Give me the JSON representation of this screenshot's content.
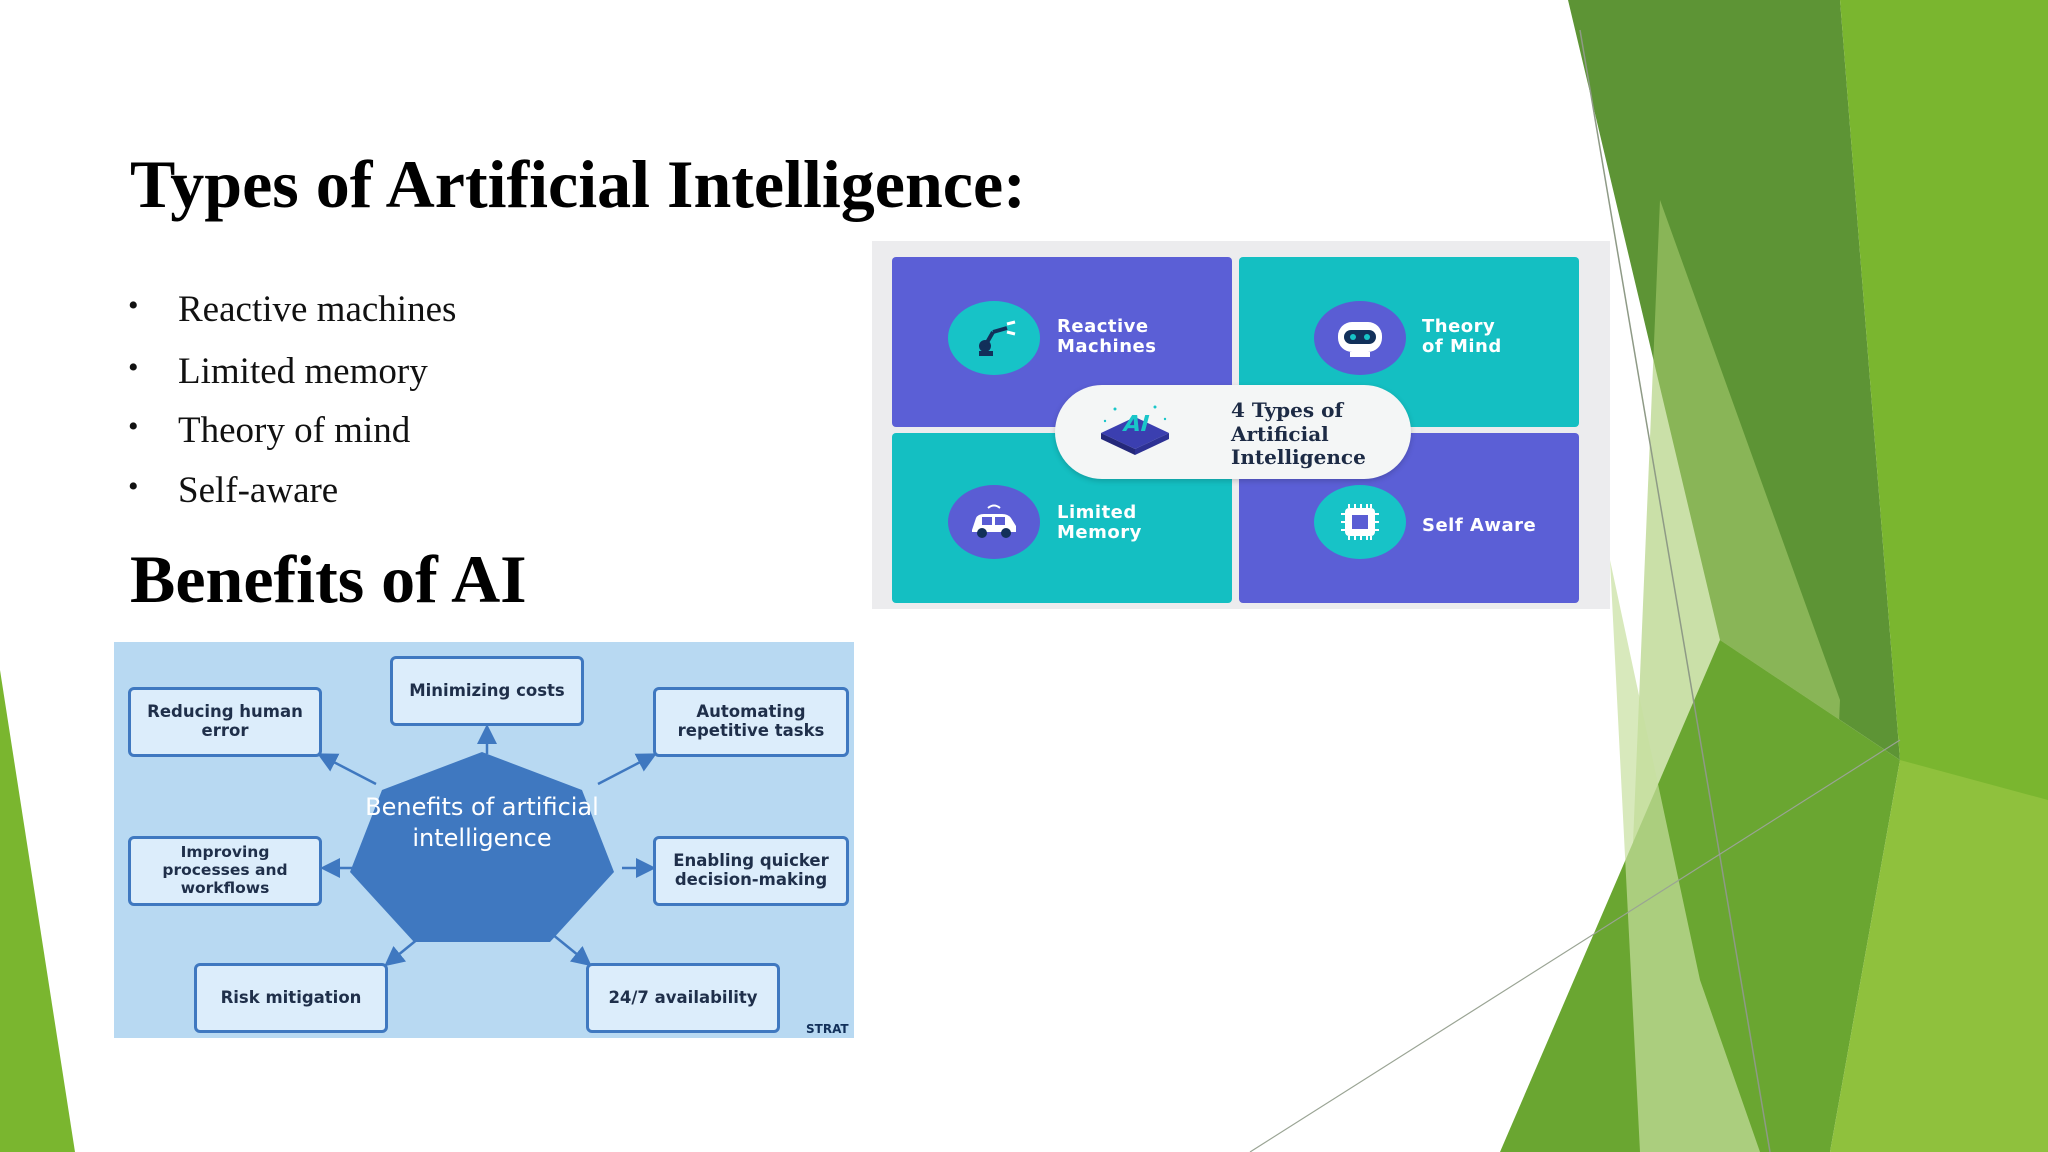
{
  "slide": {
    "title": "Types of Artificial Intelligence:",
    "bullets": [
      "Reactive machines",
      "Limited memory",
      "Theory of mind",
      "Self-aware"
    ],
    "bullet_glyph": "•",
    "subtitle": "Benefits of AI"
  },
  "types_infographic": {
    "center_title": "4 Types of Artificial Intelligence",
    "chip_label": "AI",
    "quadrants": [
      {
        "label": "Reactive Machines",
        "icon": "robot-arm-icon"
      },
      {
        "label": "Theory of Mind",
        "icon": "robot-head-icon"
      },
      {
        "label": "Limited Memory",
        "icon": "car-icon"
      },
      {
        "label": "Self Aware",
        "icon": "chip-icon"
      }
    ],
    "colors": {
      "purple": "#5b5fd6",
      "teal": "#14bfc2"
    }
  },
  "benefits_infographic": {
    "center_title": "Benefits of artificial intelligence",
    "items": [
      "Reducing human error",
      "Minimizing costs",
      "Automating repetitive tasks",
      "Improving processes and workflows",
      "Enabling quicker decision-making",
      "Risk mitigation",
      "24/7 availability"
    ],
    "brand": "STRAT",
    "colors": {
      "background": "#b8d9f2",
      "hexagon": "#3f78c0"
    }
  },
  "theme": {
    "accent_green": "#7ab62f",
    "dark_green": "#4f8a2a"
  }
}
